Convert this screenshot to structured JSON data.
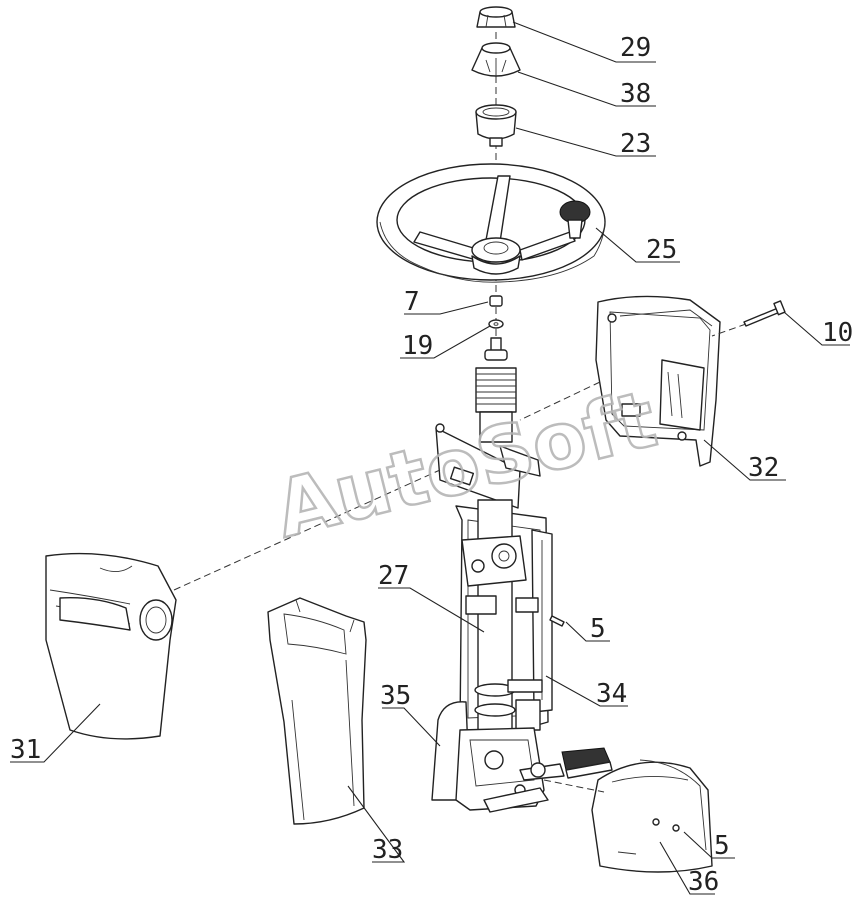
{
  "watermark": "AutoSoft",
  "callouts": [
    {
      "id": "29",
      "label": "29"
    },
    {
      "id": "38",
      "label": "38"
    },
    {
      "id": "23",
      "label": "23"
    },
    {
      "id": "25",
      "label": "25"
    },
    {
      "id": "7",
      "label": "7"
    },
    {
      "id": "19",
      "label": "19"
    },
    {
      "id": "10",
      "label": "10"
    },
    {
      "id": "32",
      "label": "32"
    },
    {
      "id": "27",
      "label": "27"
    },
    {
      "id": "5a",
      "label": "5"
    },
    {
      "id": "34",
      "label": "34"
    },
    {
      "id": "35",
      "label": "35"
    },
    {
      "id": "31",
      "label": "31"
    },
    {
      "id": "33",
      "label": "33"
    },
    {
      "id": "5b",
      "label": "5"
    },
    {
      "id": "36",
      "label": "36"
    }
  ],
  "colors": {
    "line": "#222222",
    "watermark": "#b5b5b5",
    "background": "#ffffff"
  }
}
